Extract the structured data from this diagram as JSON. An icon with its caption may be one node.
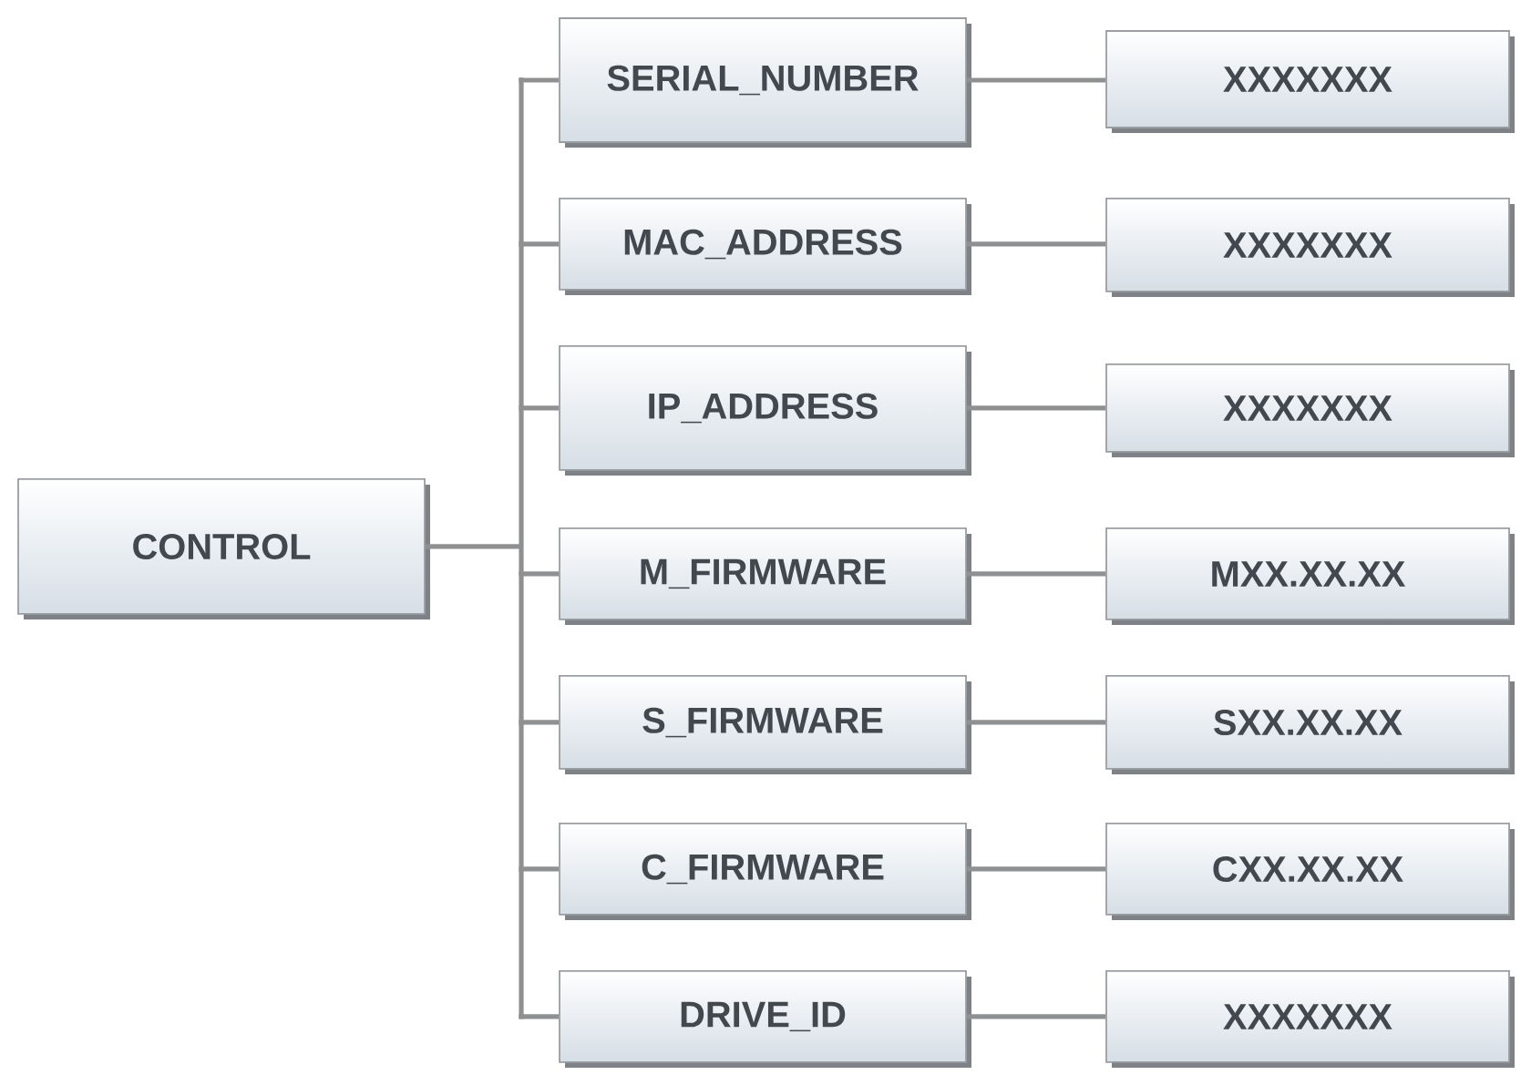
{
  "diagram": {
    "nodes": [
      {
        "text": [
          "CONTROL"
        ]
      },
      {
        "text": [
          "SERIAL_NUMBER"
        ]
      },
      {
        "text": [
          "MAC_ADDRESS"
        ]
      },
      {
        "text": [
          "IP_ADDRESS"
        ]
      },
      {
        "text": [
          "M_FIRMWARE"
        ]
      },
      {
        "text": [
          "S_FIRMWARE"
        ]
      },
      {
        "text": [
          "C_FIRMWARE"
        ]
      },
      {
        "text": [
          "DRIVE_ID"
        ]
      },
      {
        "text": [
          "XXXXXXX"
        ]
      },
      {
        "text": [
          "XXXXXXX"
        ]
      },
      {
        "text": [
          "XXXXXXX"
        ]
      },
      {
        "text": [
          "MXX.XX.XX"
        ]
      },
      {
        "text": [
          "SXX.XX.XX"
        ]
      },
      {
        "text": [
          "CXX.XX.XX"
        ]
      },
      {
        "text": [
          "XXXXXXX"
        ]
      }
    ],
    "edges": [
      {
        "from": 0,
        "to": 1,
        "arrow": "none"
      },
      {
        "from": 0,
        "to": 2,
        "arrow": "none"
      },
      {
        "from": 0,
        "to": 3,
        "arrow": "none"
      },
      {
        "from": 0,
        "to": 4,
        "arrow": "none"
      },
      {
        "from": 0,
        "to": 5,
        "arrow": "none"
      },
      {
        "from": 0,
        "to": 6,
        "arrow": "none"
      },
      {
        "from": 0,
        "to": 7,
        "arrow": "none"
      },
      {
        "from": 1,
        "to": 8,
        "arrow": "none"
      },
      {
        "from": 2,
        "to": 9,
        "arrow": "none"
      },
      {
        "from": 3,
        "to": 10,
        "arrow": "none"
      },
      {
        "from": 4,
        "to": 11,
        "arrow": "none"
      },
      {
        "from": 5,
        "to": 12,
        "arrow": "none"
      },
      {
        "from": 6,
        "to": 13,
        "arrow": "none"
      },
      {
        "from": 7,
        "to": 14,
        "arrow": "none"
      }
    ]
  }
}
